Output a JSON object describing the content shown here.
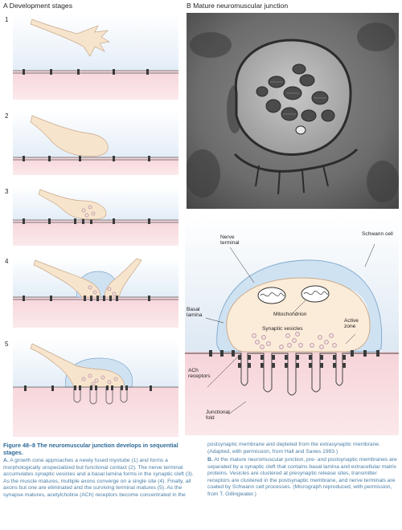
{
  "panel_a": {
    "title": "A  Development stages",
    "stages": [
      "1",
      "2",
      "3",
      "4",
      "5"
    ]
  },
  "panel_b": {
    "title": "B  Mature neuromuscular junction",
    "labels": {
      "nerve_terminal": "Nerve terminal",
      "schwann_cell": "Schwann cell",
      "mitochondrion": "Mitochondrion",
      "active_zone": "Active zone",
      "basal_lamina": "Basal lamina",
      "synaptic_vesicles": "Synaptic vesicles",
      "ach_receptors": "ACh receptors",
      "junctional_fold": "Junctional fold"
    }
  },
  "caption": {
    "title": "Figure 48–8  The neuromuscular junction develops in sequential stages.",
    "left": [
      {
        "tag": "A.",
        "text": "A growth cone approaches a newly fused myotube (1) and forms a morphologically unspecialized but functional contact (2). The nerve terminal accumulates synaptic vesicles and a basal lamina forms in the synaptic cleft (3). As the muscle matures, multiple axons converge on a single site (4). Finally, all axons but one are eliminated and the surviving terminal matures (5). As the synapse matures, acetylcholine (ACh) receptors become concentrated in the"
      }
    ],
    "right": [
      {
        "tag": "",
        "text": "postsynaptic membrane and depleted from the extrasynaptic membrane. (Adapted, with permission, from Hall and Sanes 1993.)"
      },
      {
        "tag": "B.",
        "text": "At the mature neuromuscular junction, pre- and postsynaptic membranes are separated by a synaptic cleft that contains basal lamina and extracellular matrix proteins. Vesicles are clustered at presynaptic release sites, transmitter receptors are clustered in the postsynaptic membrane, and nerve terminals are coated by Schwann cell processes. (Micrograph reproduced, with permission, from T. Gillingwater.)"
      }
    ]
  },
  "colors": {
    "nerve": "#f7e4cc",
    "nerve_stroke": "#c8a98a",
    "schwann": "#cfe2f2",
    "schwann_stroke": "#7fa8cc",
    "muscle": "#f7d9dd",
    "bg_blue": "#e9f1f9",
    "vesicle": "#c7a2b6",
    "receptor": "#3b3b3b",
    "caption": "#4a7ea6"
  }
}
